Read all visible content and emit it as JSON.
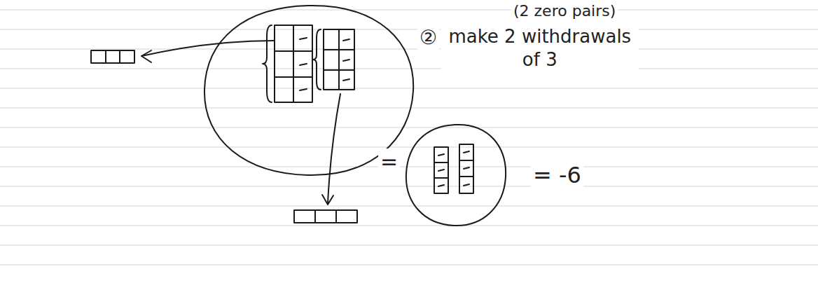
{
  "diagram": {
    "labels": [
      "(2 zero pairs)",
      "②",
      "make 2 withdrawals of 3",
      "=",
      "= -6"
    ]
  }
}
